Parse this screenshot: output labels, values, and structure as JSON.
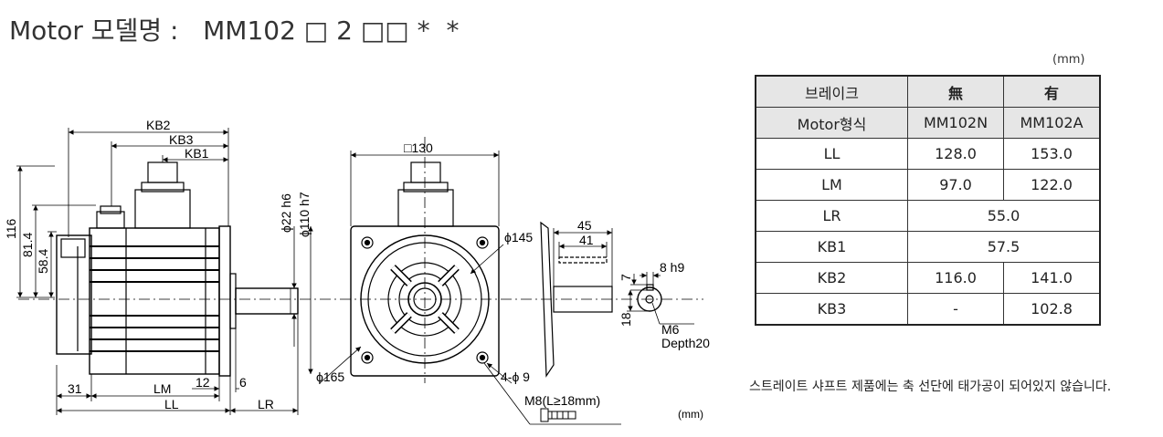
{
  "title": "Motor 모델명 :   MM102 □ 2 □□ *  *",
  "unit_top": "(mm)",
  "unit_bottom": "(mm)",
  "table": {
    "header": [
      "브레이크",
      "無",
      "有"
    ],
    "subheader": [
      "Motor형식",
      "MM102N",
      "MM102A"
    ],
    "rows": [
      {
        "label": "LL",
        "n": "128.0",
        "a": "153.0"
      },
      {
        "label": "LM",
        "n": "97.0",
        "a": "122.0"
      },
      {
        "label": "LR",
        "merged": "55.0"
      },
      {
        "label": "KB1",
        "merged": "57.5"
      },
      {
        "label": "KB2",
        "n": "116.0",
        "a": "141.0"
      },
      {
        "label": "KB3",
        "n": "-",
        "a": "102.8"
      }
    ]
  },
  "note": "스트레이트 샤프트 제품에는 축 선단에 태가공이 되어있지 않습니다.",
  "dims": {
    "kb2": "KB2",
    "kb3": "KB3",
    "kb1": "KB1",
    "d116": "116",
    "d81": "81.4",
    "d58": "58.4",
    "d31": "31",
    "lm": "LM",
    "ll": "LL",
    "d12": "12",
    "d6": "6",
    "lr": "LR",
    "d22": "ϕ22 h6",
    "d110": "ϕ110 h7",
    "sq130": "□130",
    "d145": "ϕ145",
    "d165": "ϕ165",
    "holes": "4-ϕ 9",
    "m8": "M8(L≥18mm)",
    "d45": "45",
    "d41": "41",
    "d7": "7",
    "d8h9": "8 h9",
    "d18": "18",
    "m6": "M6",
    "depth": "Depth20"
  }
}
